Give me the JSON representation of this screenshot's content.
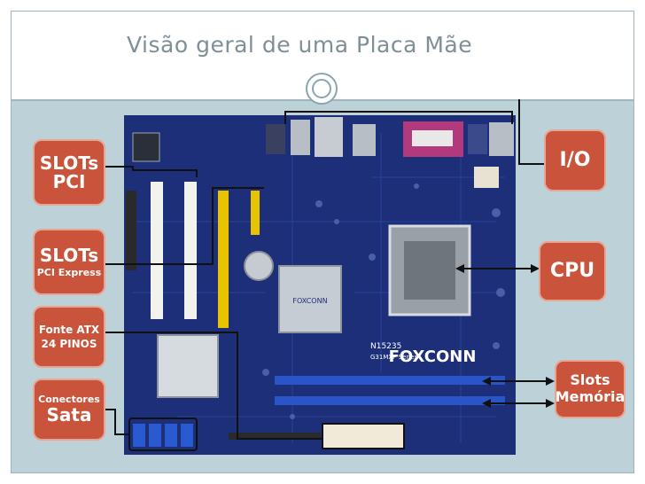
{
  "slide": {
    "title": "Visão geral de uma Placa Mãe"
  },
  "board": {
    "brand_top": "FOXCONN",
    "brand_main": "FOXCONN",
    "model_line1": "N15235",
    "model_line2": "G31MXP Series"
  },
  "labels": {
    "pci": {
      "line1": "SLOTs",
      "line2": "PCI"
    },
    "pcie": {
      "line1": "SLOTs",
      "line2": "PCI Express"
    },
    "atx": {
      "line1": "Fonte ATX",
      "line2": "24 PINOS"
    },
    "sata": {
      "line1": "Conectores",
      "line2": "Sata"
    },
    "io": {
      "line1": "I/O"
    },
    "cpu": {
      "line1": "CPU"
    },
    "mem": {
      "line1": "Slots",
      "line2": "Memória"
    }
  },
  "colors": {
    "label_fill": "#c9533b",
    "label_border": "#e8a593",
    "board": "#1c2f78",
    "title": "#7f8f96",
    "background": "#bcd1d8"
  }
}
